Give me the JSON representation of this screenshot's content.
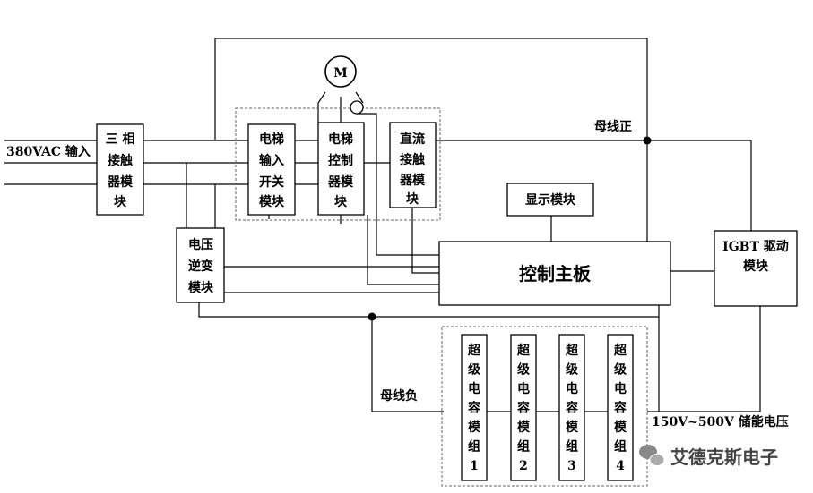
{
  "labels": {
    "input": "380VAC 输入",
    "bus_pos": "母线正",
    "bus_neg": "母线负",
    "storage_voltage": "150V~500V 储能电压",
    "motor": "M"
  },
  "blocks": {
    "contactor3": [
      "三 相",
      "接触",
      "器模",
      "块"
    ],
    "inverter": [
      "电压",
      "逆变",
      "模块"
    ],
    "elev_switch": [
      "电梯",
      "输入",
      "开关",
      "模块"
    ],
    "elev_ctrl": [
      "电梯",
      "控制",
      "器模",
      "块"
    ],
    "dc_contactor": [
      "直流",
      "接触",
      "器模",
      "块"
    ],
    "display": "显示模块",
    "mainboard": "控制主板",
    "igbt": [
      "IGBT 驱动",
      "模块"
    ]
  },
  "supercaps": [
    {
      "chars": [
        "超",
        "级",
        "电",
        "容",
        "模",
        "组",
        "1"
      ]
    },
    {
      "chars": [
        "超",
        "级",
        "电",
        "容",
        "模",
        "组",
        "2"
      ]
    },
    {
      "chars": [
        "超",
        "级",
        "电",
        "容",
        "模",
        "组",
        "3"
      ]
    },
    {
      "chars": [
        "超",
        "级",
        "电",
        "容",
        "模",
        "组",
        "4"
      ]
    }
  ],
  "watermark": {
    "text": "艾德克斯电子",
    "icon": "wechat-icon"
  }
}
